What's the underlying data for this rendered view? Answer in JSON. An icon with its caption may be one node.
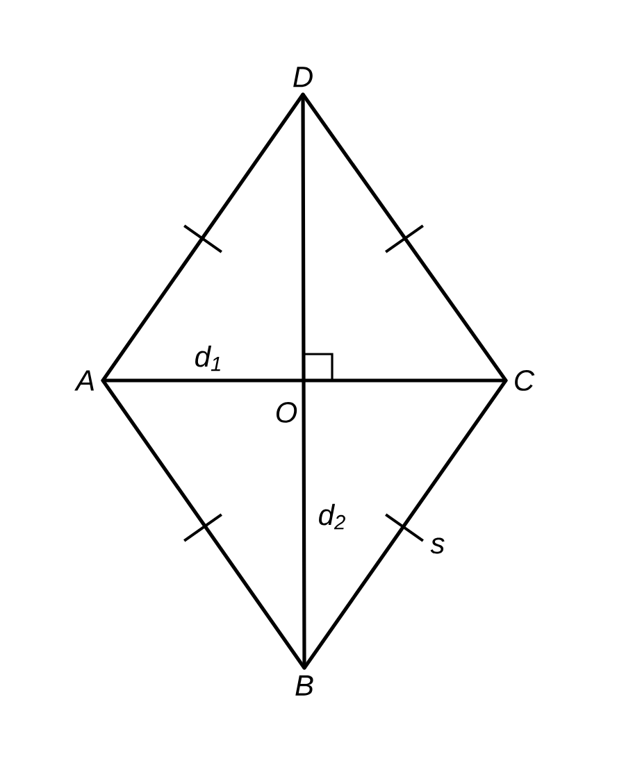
{
  "diagram": {
    "nodes": [
      {
        "text": [
          "D"
        ]
      },
      {
        "text": [
          "A"
        ]
      },
      {
        "text": [
          "C"
        ]
      },
      {
        "text": [
          "B"
        ]
      }
    ],
    "edges": [
      {
        "from": 0,
        "to": 1,
        "arrow": "none"
      },
      {
        "from": 0,
        "to": 2,
        "arrow": "none"
      },
      {
        "from": 1,
        "to": 2,
        "arrow": "none"
      },
      {
        "from": 0,
        "to": 3,
        "arrow": "none"
      },
      {
        "from": 1,
        "to": 3,
        "arrow": "none"
      },
      {
        "from": 2,
        "to": 3,
        "arrow": "none"
      }
    ],
    "labels": [
      "d$_{1}$",
      "O",
      "d$_{2}$",
      "s"
    ]
  }
}
